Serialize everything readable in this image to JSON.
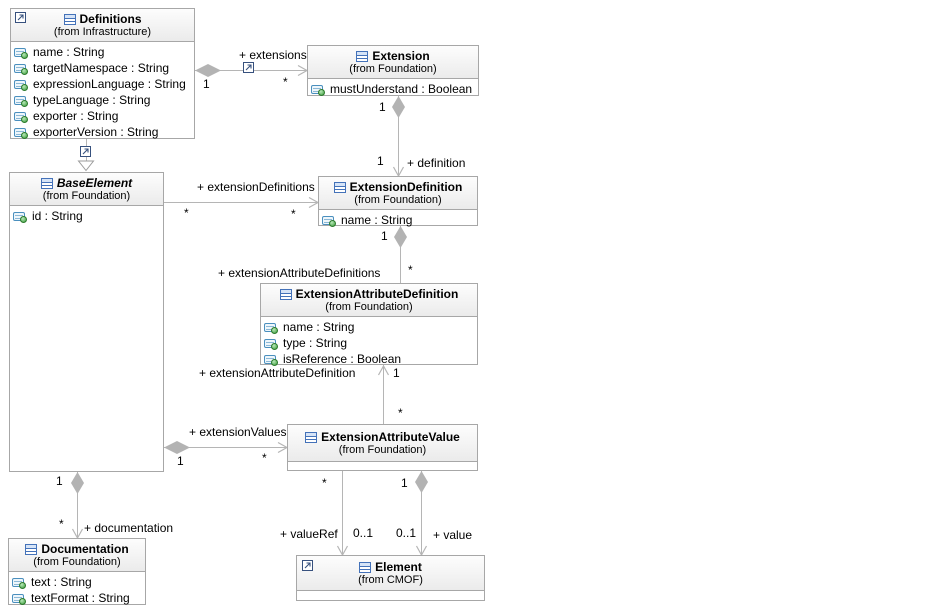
{
  "diagram": {
    "type": "uml-class-diagram",
    "background": "#ffffff"
  },
  "colors": {
    "box_border": "#a7a7a7",
    "header_gradient_top": "#fdfdfd",
    "header_gradient_bottom": "#ebebeb",
    "connector_gray": "#b5b5b5",
    "diamond_fill": "#b3b3b3",
    "class_icon_blue": "#4472b9",
    "attr_icon_green": "#3c9e3c",
    "nav_icon_blue": "#37517e",
    "text": "#000000"
  },
  "icons": {
    "navigate": "arrow-up-right-in-box",
    "class": "uml-class-rectangle",
    "attribute": "eattribute-green-ball"
  },
  "classes": {
    "definitions": {
      "name": "Definitions",
      "from": "(from Infrastructure)",
      "attributes": [
        "name : String",
        "targetNamespace : String",
        "expressionLanguage : String",
        "typeLanguage : String",
        "exporter : String",
        "exporterVersion : String"
      ]
    },
    "extension": {
      "name": "Extension",
      "from": "(from Foundation)",
      "attributes": [
        "mustUnderstand : Boolean"
      ]
    },
    "base_element": {
      "name": "BaseElement",
      "from": "(from Foundation)",
      "attributes": [
        "id : String"
      ]
    },
    "extension_definition": {
      "name": "ExtensionDefinition",
      "from": "(from Foundation)",
      "attributes": [
        "name : String"
      ]
    },
    "extension_attribute_definition": {
      "name": "ExtensionAttributeDefinition",
      "from": "(from Foundation)",
      "attributes": [
        "name : String",
        "type : String",
        "isReference : Boolean"
      ]
    },
    "extension_attribute_value": {
      "name": "ExtensionAttributeValue",
      "from": "(from Foundation)",
      "attributes": []
    },
    "documentation": {
      "name": "Documentation",
      "from": "(from Foundation)",
      "attributes": [
        "text : String",
        "textFormat : String"
      ]
    },
    "element": {
      "name": "Element",
      "from": "(from CMOF)",
      "attributes": []
    }
  },
  "associations": {
    "extensions": {
      "label": "+ extensions",
      "source": "Definitions",
      "target": "Extension",
      "source_mult": "1",
      "target_mult": "*"
    },
    "definition": {
      "label": "+ definition",
      "source": "Extension",
      "target": "ExtensionDefinition",
      "source_mult": "1",
      "target_mult": "1"
    },
    "extension_definitions": {
      "label": "+ extensionDefinitions",
      "source": "BaseElement",
      "target": "ExtensionDefinition",
      "source_mult": "*",
      "target_mult": "*"
    },
    "extension_attribute_definitions": {
      "label": "+ extensionAttributeDefinitions",
      "source": "ExtensionDefinition",
      "target": "ExtensionAttributeDefinition",
      "source_mult": "1",
      "target_mult": "*"
    },
    "extension_attribute_definition": {
      "label": "+ extensionAttributeDefinition",
      "source": "ExtensionAttributeValue",
      "target": "ExtensionAttributeDefinition",
      "source_mult": "*",
      "target_mult": "1"
    },
    "extension_values": {
      "label": "+ extensionValues",
      "source": "BaseElement",
      "target": "ExtensionAttributeValue",
      "source_mult": "1",
      "target_mult": "*"
    },
    "documentation": {
      "label": "+ documentation",
      "source": "BaseElement",
      "target": "Documentation",
      "source_mult": "1",
      "target_mult": "*"
    },
    "value_ref": {
      "label": "+ valueRef",
      "source": "ExtensionAttributeValue",
      "target": "Element",
      "source_mult": "*",
      "target_mult": "0..1"
    },
    "value": {
      "label": "+ value",
      "source": "ExtensionAttributeValue",
      "target": "Element",
      "source_mult": "1",
      "target_mult": "0..1"
    }
  },
  "generalizations": [
    {
      "sub": "Definitions",
      "super": "BaseElement"
    }
  ]
}
